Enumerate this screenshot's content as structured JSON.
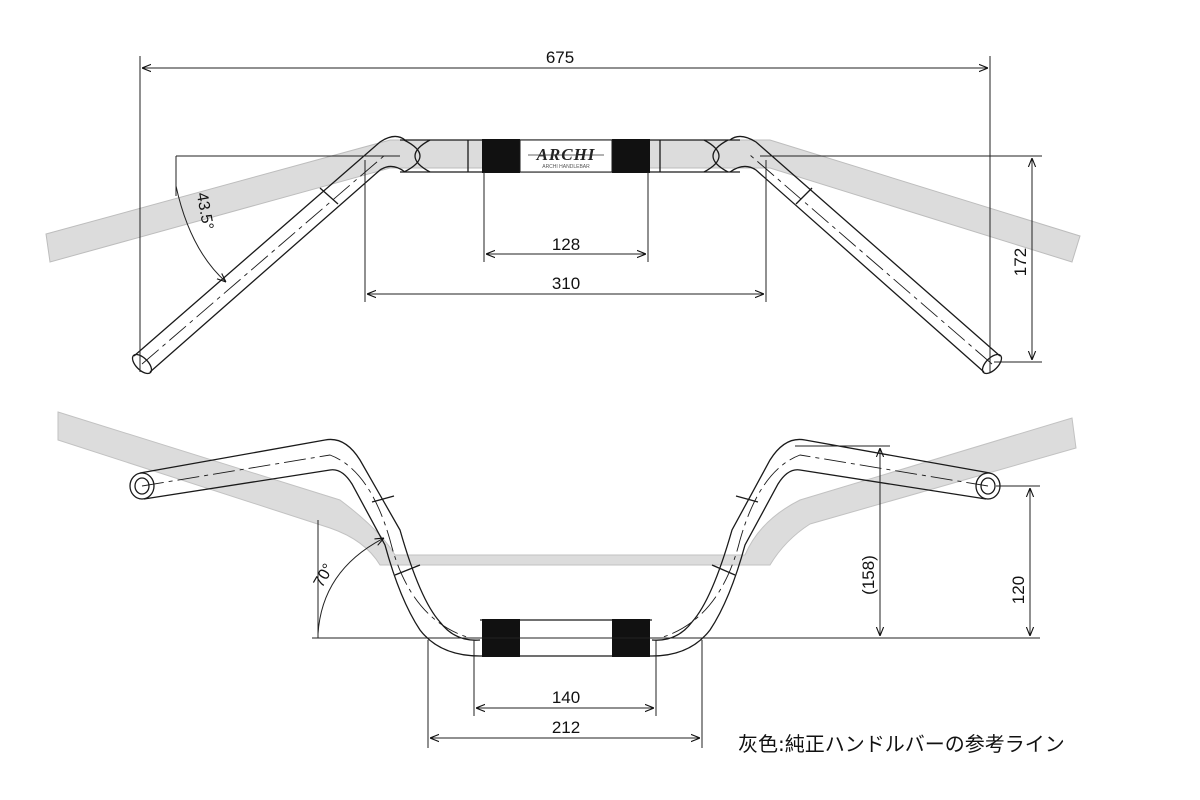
{
  "top_view": {
    "dims": {
      "overall_width": "675",
      "inner_width": "310",
      "grip_span": "128",
      "rise": "172"
    },
    "angle": "43.5°",
    "logo": {
      "brand": "ARCHI",
      "sub": "ARCHI HANDLEBAR"
    }
  },
  "side_view": {
    "dims": {
      "height_ref": "(158)",
      "rise": "120",
      "clamp_span": "140",
      "base_width": "212"
    },
    "angle": "70°"
  },
  "note": "灰色:純正ハンドルバーの参考ライン",
  "colors": {
    "reference_bar": "#d9d9d9",
    "line": "#1a1a1a",
    "clamp": "#111111"
  }
}
